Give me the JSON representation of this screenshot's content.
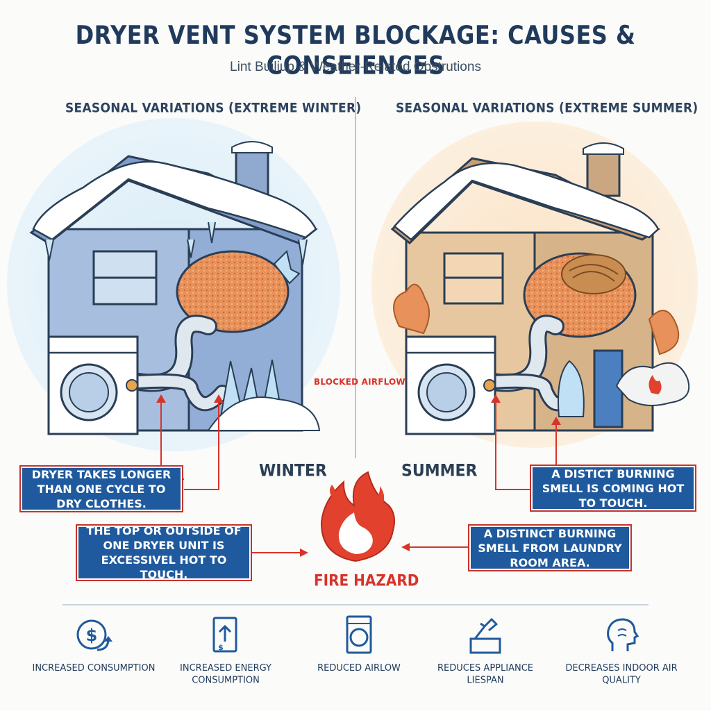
{
  "header": {
    "title": "DRYER VENT SYSTEM BLOCKAGE: CAUSES & CONSEIENCES",
    "subtitle": "Lint Builiup & Weather-Related Obstrutions"
  },
  "panels": {
    "winter": {
      "heading": "SEASONAL VARIATIONS (EXTREME WINTER)",
      "name": "WINTER"
    },
    "summer": {
      "heading": "SEASONAL VARIATIONS (EXTREME SUMMER)",
      "name": "SUMMER"
    }
  },
  "labels": {
    "blocked_airflow": "BLOCKED AIRFLOW",
    "fire_hazard": "FIRE HAZARD"
  },
  "callouts": {
    "dryer_longer": "DRYER TAKES LONGER THAN ONE CYCLE TO DRY CLOTHES.",
    "unit_hot": "THE TOP OR OUTSIDE OF ONE DRYER UNIT IS EXCESSIVEL HOT TO TOUCH.",
    "burning_hot": "A DISTICT BURNING SMELL IS COMING HOT TO TOUCH.",
    "burning_laundry": "A DISTINCT BURNING SMELL FROM LAUNDRY ROOM AREA."
  },
  "impacts": [
    {
      "label": "INCREASED CONSUMPTION",
      "icon": "dollar-arrow-icon"
    },
    {
      "label": "INCREASED ENERGY CONSUMPTION",
      "icon": "energy-bill-icon"
    },
    {
      "label": "REDUCED AIRLOW",
      "icon": "washing-machine-icon"
    },
    {
      "label": "REDUCES APPLIANCE LIESPAN",
      "icon": "broken-appliance-icon"
    },
    {
      "label": "DECREASES INDOOR AIR QUALITY",
      "icon": "person-breathing-icon"
    }
  ],
  "colors": {
    "navy": "#1f3a5c",
    "callout_blue": "#1f5a9e",
    "alert_red": "#d8332a",
    "winter_house": "#a7bedf",
    "summer_house": "#e6c7a0",
    "lint_orange": "#e8915a"
  }
}
